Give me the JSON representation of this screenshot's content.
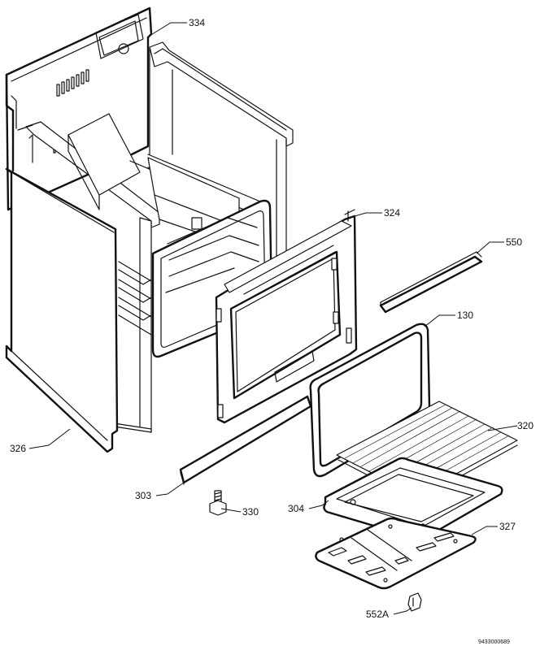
{
  "labels": {
    "p334": "334",
    "p324": "324",
    "p550": "550",
    "p130": "130",
    "p320": "320",
    "p326": "326",
    "p303": "303",
    "p330": "330",
    "p304": "304",
    "p327": "327",
    "p552a": "552A"
  },
  "document_number": "9433000689"
}
